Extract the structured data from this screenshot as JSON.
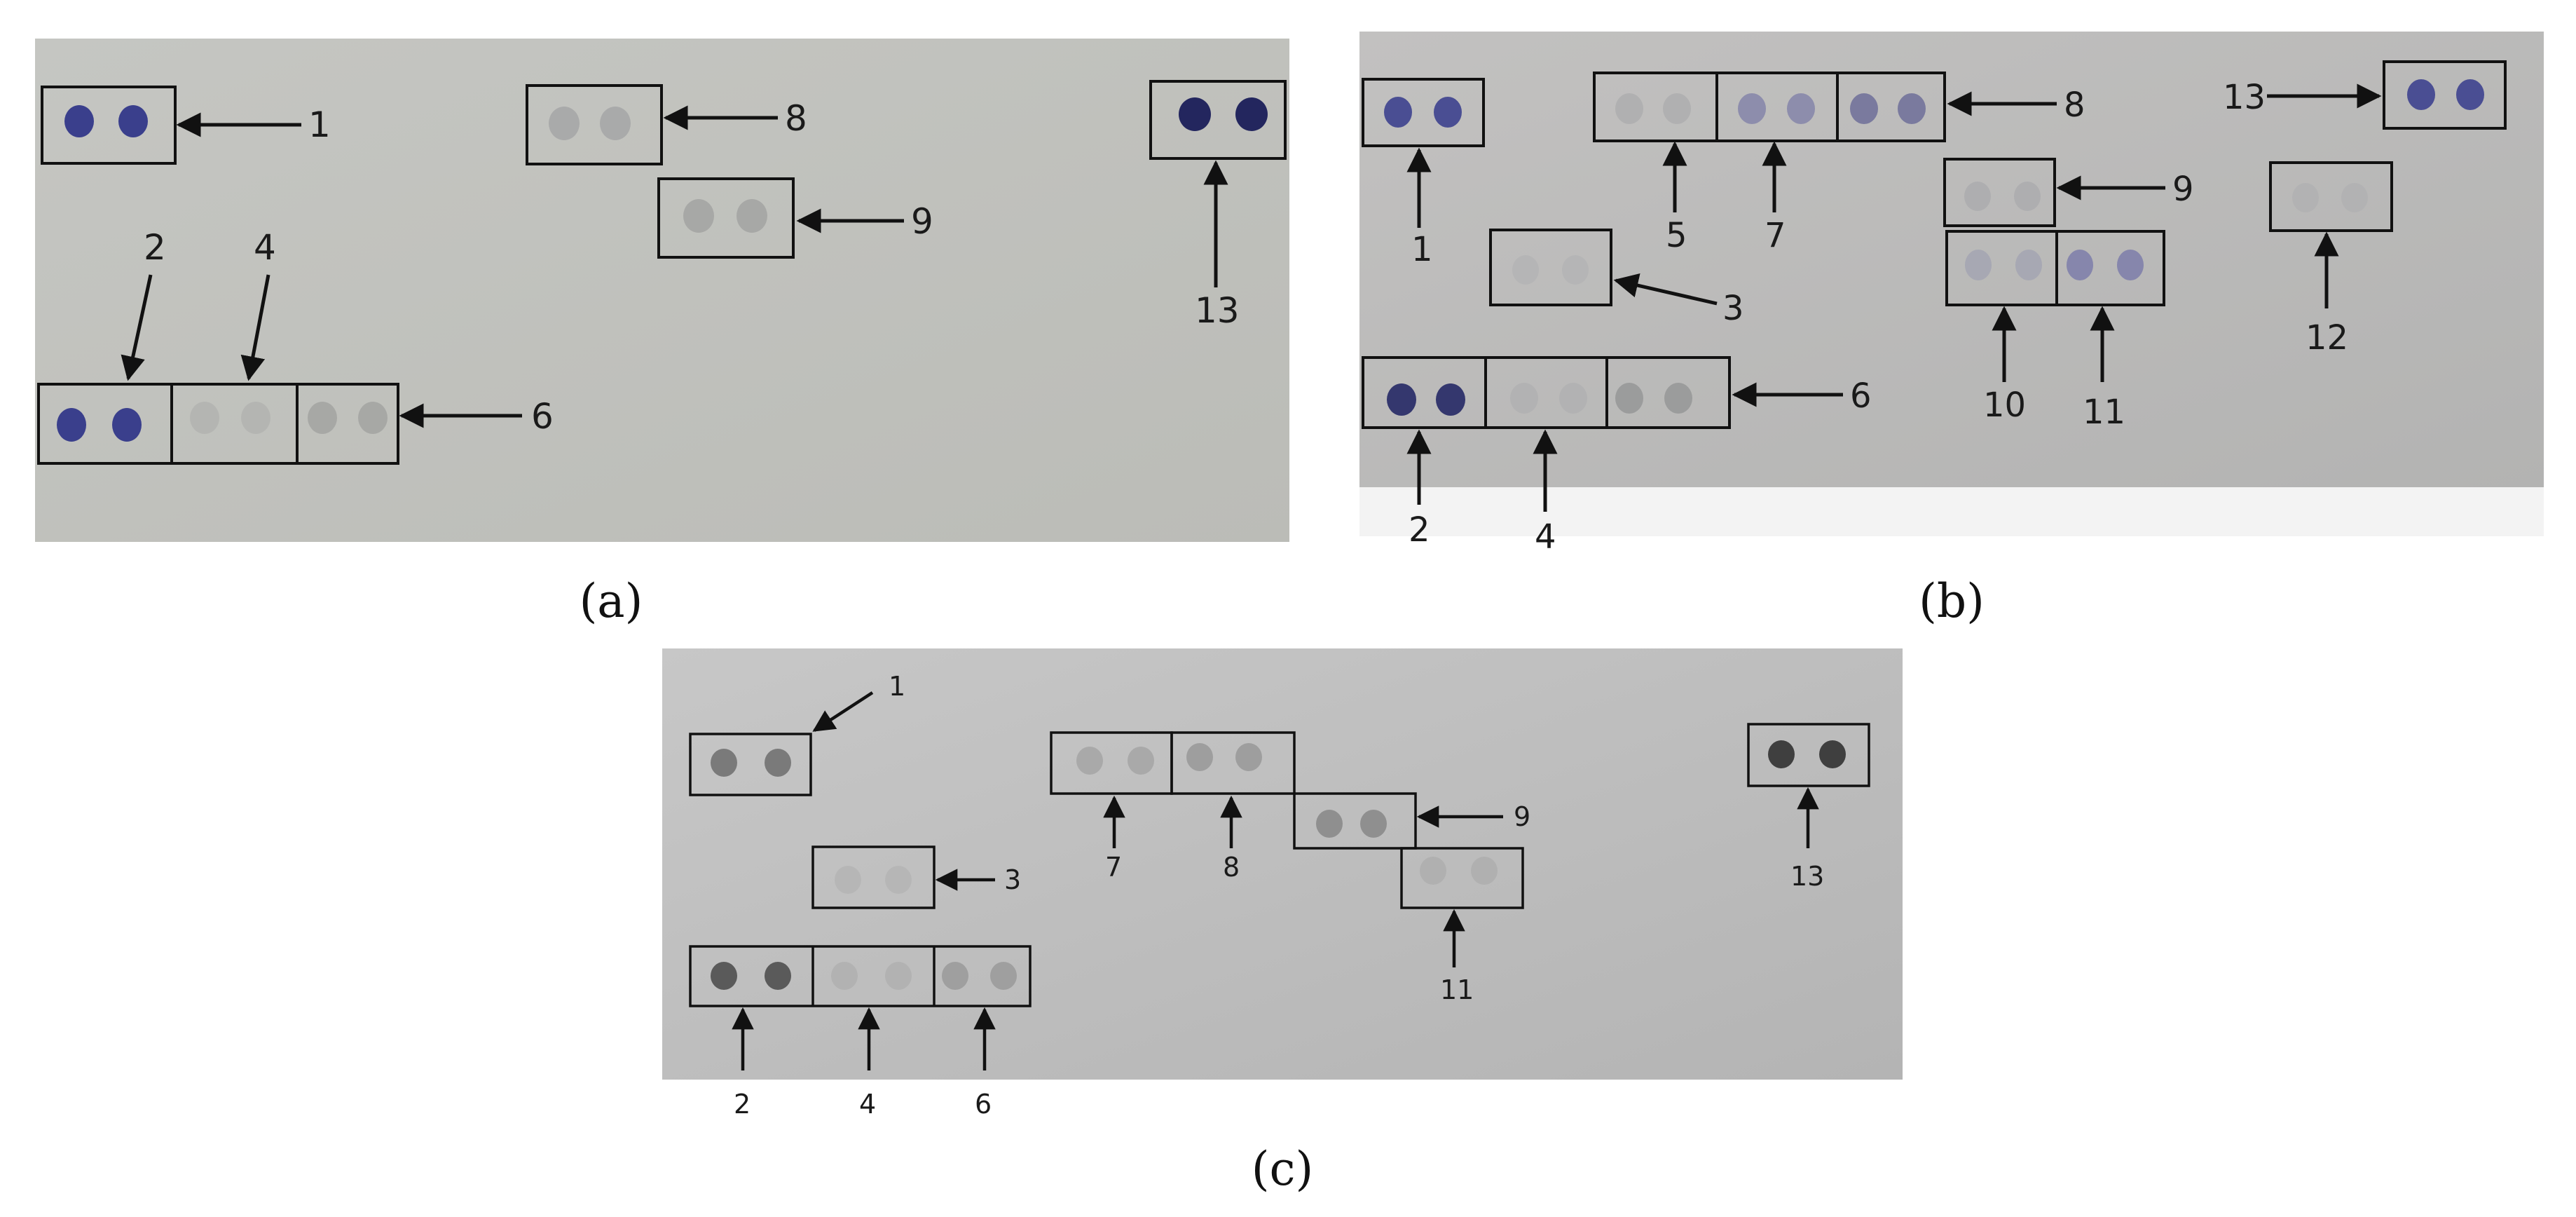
{
  "panels": [
    {
      "caption": "(a)",
      "letter": "a",
      "spot_color": "#3a3f8c",
      "labels": [
        "1",
        "8",
        "9",
        "13",
        "2",
        "4",
        "6"
      ]
    },
    {
      "caption": "(b)",
      "letter": "b",
      "spot_color": "#4a4e93",
      "labels": [
        "1",
        "5",
        "7",
        "8",
        "13",
        "9",
        "3",
        "12",
        "10",
        "11",
        "6",
        "2",
        "4"
      ]
    },
    {
      "caption": "(c)",
      "letter": "c",
      "spot_color": "#505050",
      "labels": [
        "1",
        "7",
        "8",
        "9",
        "13",
        "3",
        "11",
        "2",
        "4",
        "6"
      ]
    }
  ]
}
